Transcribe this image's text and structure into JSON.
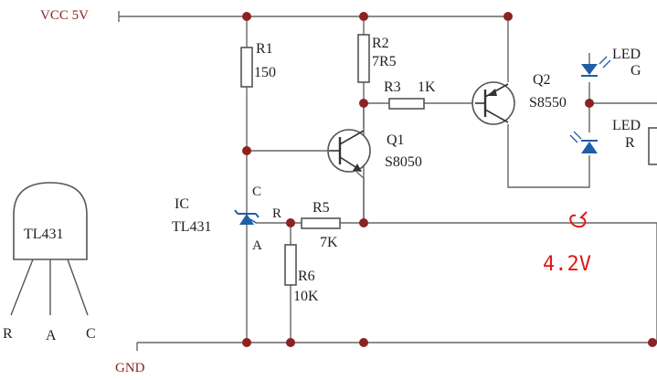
{
  "rails": {
    "vcc": "VCC 5V",
    "gnd": "GND"
  },
  "components": {
    "r1": {
      "name": "R1",
      "value": "150"
    },
    "r2": {
      "name": "R2",
      "value": "7R5"
    },
    "r3": {
      "name": "R3",
      "value": "1K"
    },
    "r5": {
      "name": "R5",
      "value": "7K"
    },
    "r6": {
      "name": "R6",
      "value": "10K"
    },
    "q1": {
      "name": "Q1",
      "value": "S8050"
    },
    "q2": {
      "name": "Q2",
      "value": "S8550"
    },
    "led_g": {
      "name": "LED",
      "color": "G"
    },
    "led_r": {
      "name": "LED",
      "color": "R"
    },
    "ic": {
      "name": "IC",
      "value": "TL431",
      "pin_c": "C",
      "pin_r": "R",
      "pin_a": "A"
    }
  },
  "package": {
    "label": "TL431",
    "pins": [
      "R",
      "A",
      "C"
    ]
  },
  "annotation": {
    "voltage": "4.2V"
  },
  "colors": {
    "wire": "#666666",
    "node": "#8b2323",
    "measure": "#e01818",
    "led": "#1f5fa8"
  }
}
